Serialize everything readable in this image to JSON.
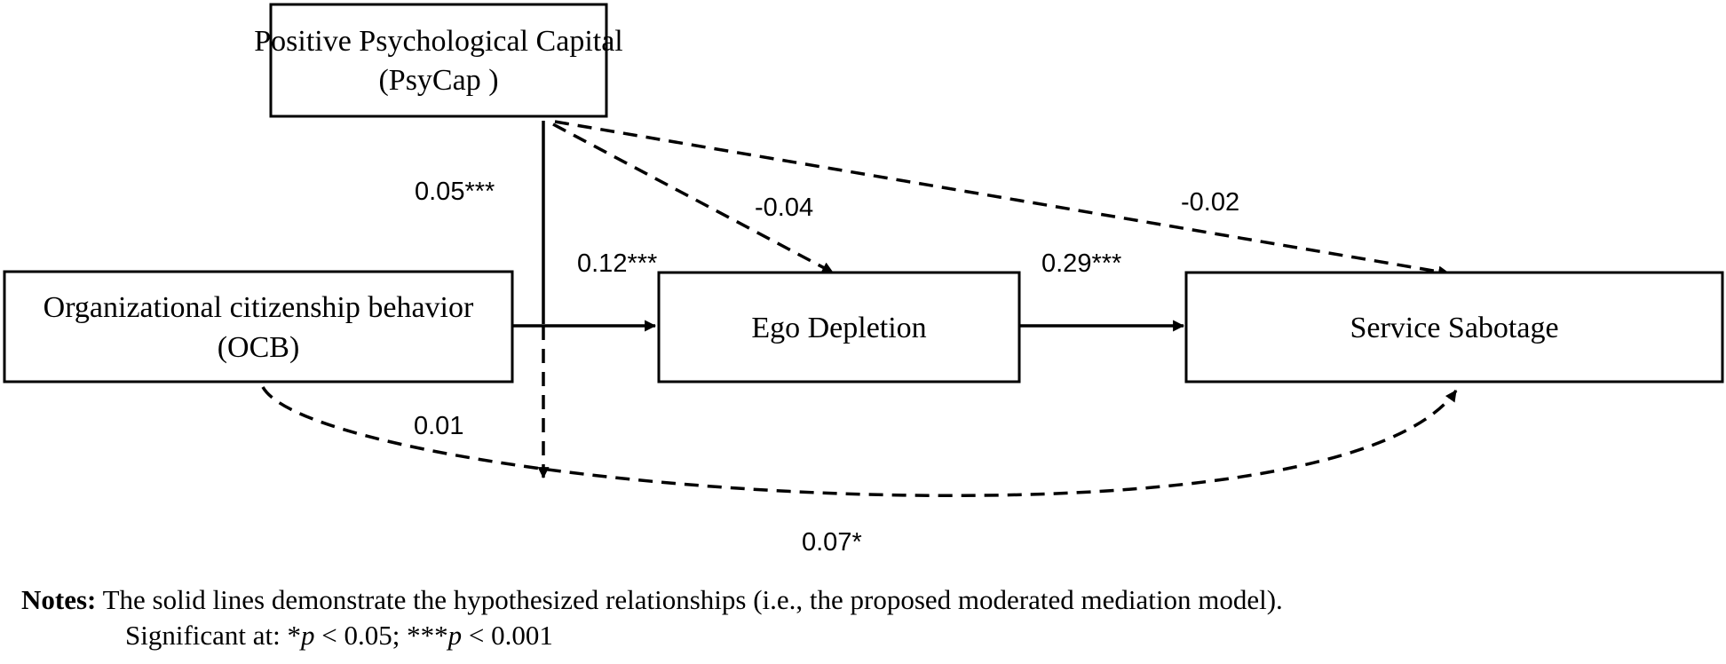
{
  "nodes": {
    "psycap": {
      "line1": "Positive Psychological Capital",
      "line2": "(PsyCap )"
    },
    "ocb": {
      "line1": "Organizational citizenship behavior",
      "line2": "(OCB)"
    },
    "ego": {
      "label": "Ego Depletion"
    },
    "sabotage": {
      "label": "Service Sabotage"
    }
  },
  "paths": {
    "psycap_moderation": {
      "coefficient": "0.05***",
      "style": "solid"
    },
    "psycap_to_ego": {
      "coefficient": "-0.04",
      "style": "dashed"
    },
    "psycap_to_sabotage": {
      "coefficient": "-0.02",
      "style": "dashed"
    },
    "ocb_to_ego": {
      "coefficient": "0.12***",
      "style": "solid"
    },
    "ego_to_sabotage": {
      "coefficient": "0.29***",
      "style": "solid"
    },
    "ocb_to_sabotage": {
      "coefficient": "0.01",
      "style": "dashed"
    },
    "moderated_indirect": {
      "coefficient": "0.07*",
      "style": "dashed"
    }
  },
  "notes": {
    "heading": "Notes:",
    "line1": "The solid lines demonstrate the hypothesized relationships (i.e., the proposed moderated mediation model).",
    "line2_prefix": "Significant at: *",
    "p1": "p",
    "line2_mid": " < 0.05; ***",
    "p2": "p",
    "line2_suffix": " < 0.001"
  },
  "colors": {
    "ink": "#000000",
    "background": "#ffffff"
  }
}
